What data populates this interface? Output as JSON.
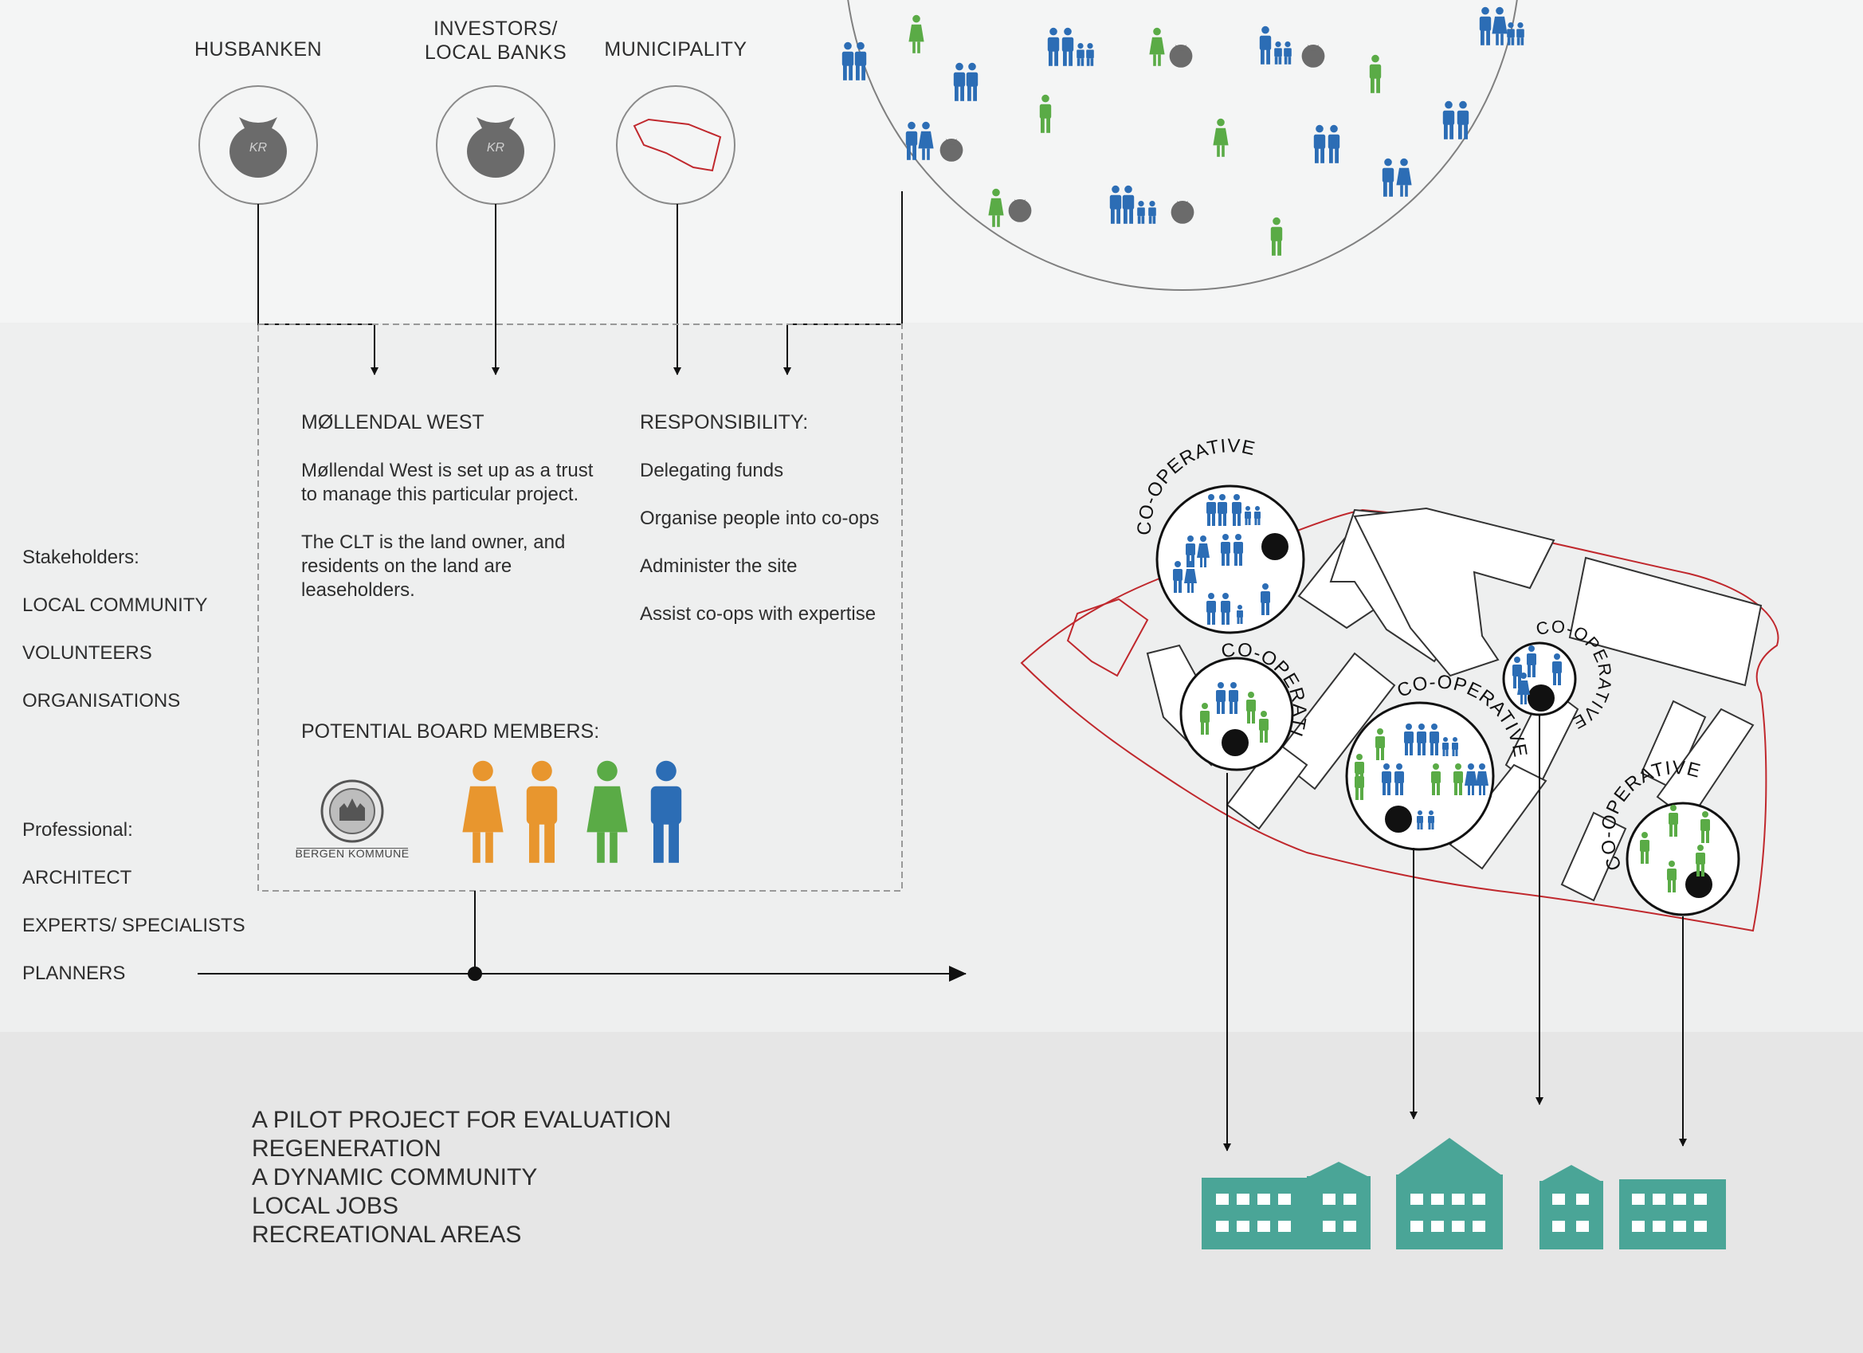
{
  "funders": [
    {
      "label": "HUSBANKEN",
      "icon": "money-bag-icon"
    },
    {
      "label": "INVESTORS/",
      "label2": "LOCAL BANKS",
      "icon": "money-bag-icon"
    },
    {
      "label": "MUNICIPALITY",
      "icon": "land-plot-icon"
    }
  ],
  "money_symbol": "KR",
  "trust": {
    "title": "MØLLENDAL WEST",
    "desc1": "Møllendal West is set up as a trust to manage this particular project.",
    "desc2": "The CLT is the land owner, and residents on the land are leaseholders."
  },
  "responsibility": {
    "title": "RESPONSIBILITY:",
    "items": [
      "Delegating funds",
      "Organise people into co-ops",
      "Administer the site",
      "Assist co-ops with expertise"
    ]
  },
  "board": {
    "title": "POTENTIAL BOARD MEMBERS:",
    "seal_caption": "BERGEN KOMMUNE",
    "members": [
      {
        "icon": "woman-icon",
        "color": "#e8962e"
      },
      {
        "icon": "man-icon",
        "color": "#e8962e"
      },
      {
        "icon": "woman-icon",
        "color": "#5aab46"
      },
      {
        "icon": "man-icon",
        "color": "#2c6db5"
      }
    ]
  },
  "stakeholders": {
    "title": "Stakeholders:",
    "items": [
      "LOCAL COMMUNITY",
      "VOLUNTEERS",
      "ORGANISATIONS"
    ]
  },
  "professional": {
    "title": "Professional:",
    "items": [
      "ARCHITECT",
      "EXPERTS/ SPECIALISTS",
      "PLANNERS"
    ]
  },
  "coop_label": "CO-OPERATIVE",
  "outcomes": [
    "A PILOT PROJECT FOR EVALUATION",
    "REGENERATION",
    "A DYNAMIC COMMUNITY",
    "LOCAL JOBS",
    "RECREATIONAL AREAS"
  ],
  "colors": {
    "blue": "#2c6db5",
    "green": "#5aab46",
    "orange": "#e8962e",
    "teal": "#4aa597",
    "red": "#c0282d",
    "grey_bag": "#6b6b6b"
  }
}
